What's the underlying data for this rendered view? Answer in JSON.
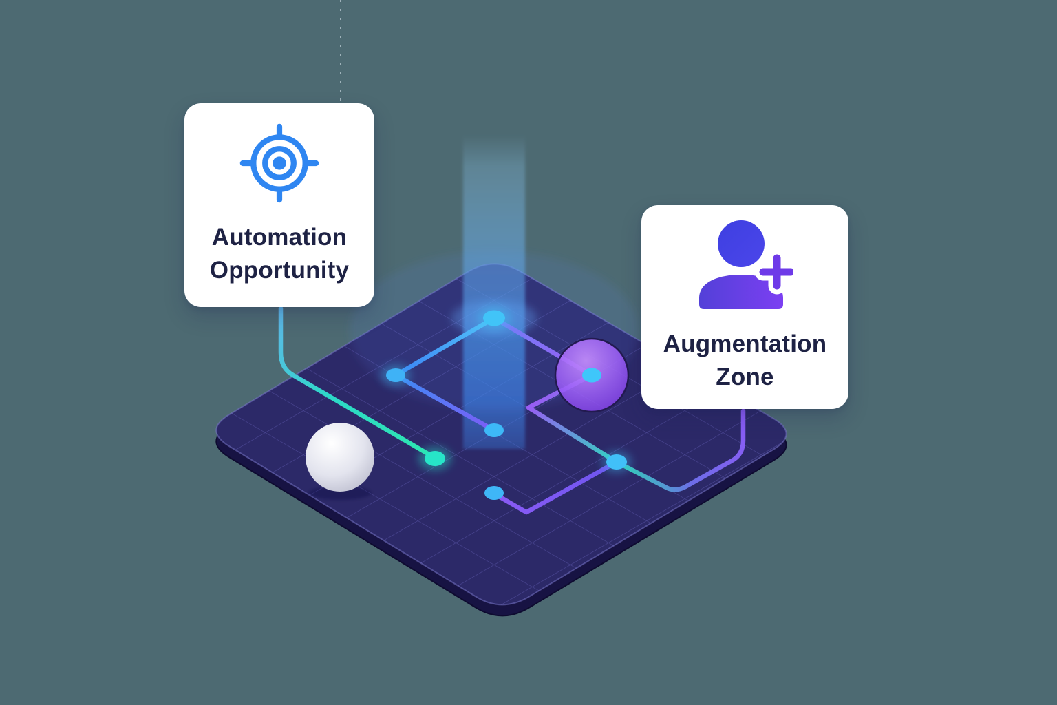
{
  "cards": {
    "automation": {
      "icon": "target-icon",
      "line1": "Automation",
      "line2": "Opportunity"
    },
    "augmentation": {
      "icon": "user-plus-icon",
      "line1": "Augmentation",
      "line2": "Zone"
    }
  },
  "colors": {
    "background": "#4d6a72",
    "card_bg": "#ffffff",
    "label_text": "#1e2244",
    "accent_blue": "#2f86f1",
    "accent_purple": "#8b5cf6",
    "accent_teal": "#2ee3b7",
    "node_cyan": "#41c4f8",
    "node_teal": "#27e5c8",
    "platform_top": "#2c2968",
    "platform_side": "#171343",
    "beam_blue": "#4a9ae8",
    "sphere_purple": "#9b5cf8",
    "sphere_white": "#e9eaf2",
    "icon_head_blue": "#3e3fe1",
    "icon_body_purple": "#7c3ff2"
  }
}
